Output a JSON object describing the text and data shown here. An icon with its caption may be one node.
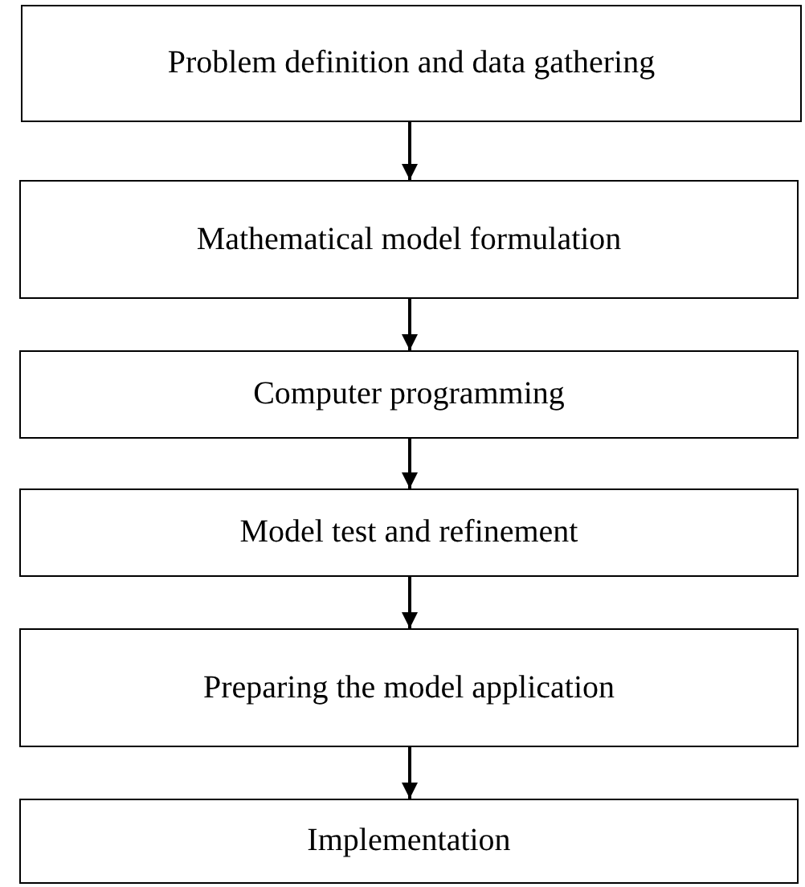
{
  "diagram": {
    "nodes": [
      {
        "text": [
          "Problem definition and data gathering"
        ]
      },
      {
        "text": [
          "Mathematical model formulation"
        ]
      },
      {
        "text": [
          "Computer programming"
        ]
      },
      {
        "text": [
          "Model test and refinement"
        ]
      },
      {
        "text": [
          "Preparing the model application"
        ]
      },
      {
        "text": [
          "Implementation"
        ]
      }
    ],
    "edges": [
      {
        "from": 0,
        "to": 1,
        "arrow": "to"
      },
      {
        "from": 1,
        "to": 2,
        "arrow": "to"
      },
      {
        "from": 2,
        "to": 3,
        "arrow": "to"
      },
      {
        "from": 3,
        "to": 4,
        "arrow": "to"
      },
      {
        "from": 4,
        "to": 5,
        "arrow": "to"
      }
    ]
  }
}
